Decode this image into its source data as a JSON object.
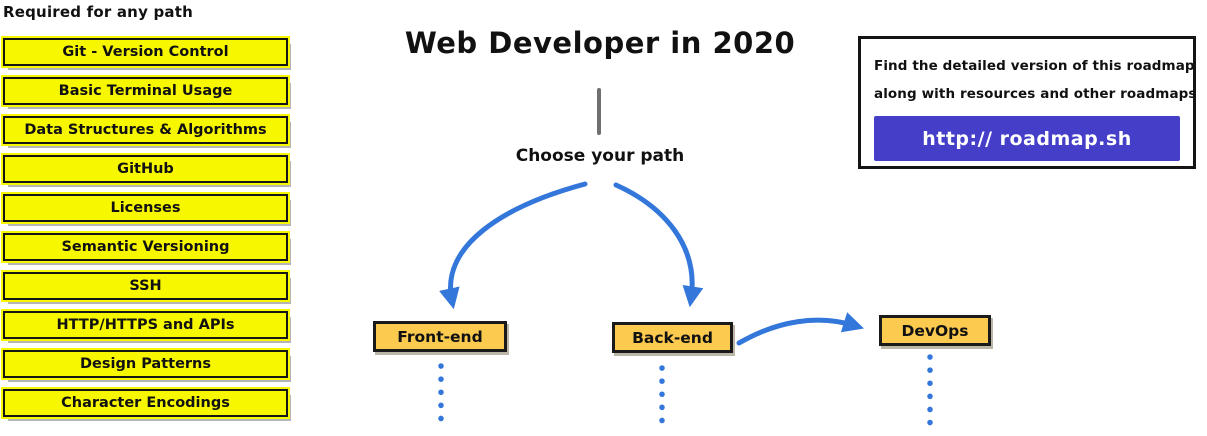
{
  "header": {
    "title": "Web Developer in 2020",
    "choose_path": "Choose your path"
  },
  "required_section": {
    "heading": "Required for any path",
    "items": [
      "Git - Version Control",
      "Basic Terminal Usage",
      "Data Structures & Algorithms",
      "GitHub",
      "Licenses",
      "Semantic Versioning",
      "SSH",
      "HTTP/HTTPS and APIs",
      "Design Patterns",
      "Character Encodings"
    ]
  },
  "path_nodes": {
    "frontend": "Front-end",
    "backend": "Back-end",
    "devops": "DevOps"
  },
  "info_box": {
    "line1": "Find the detailed version of this roadmap",
    "line2": "along with resources and other roadmaps",
    "button_label": "http:// roadmap.sh"
  },
  "colors": {
    "highlight_yellow": "#F7F700",
    "node_orange": "#FBCA4E",
    "arrow_blue": "#3477DB",
    "button_purple": "#443EC8"
  }
}
